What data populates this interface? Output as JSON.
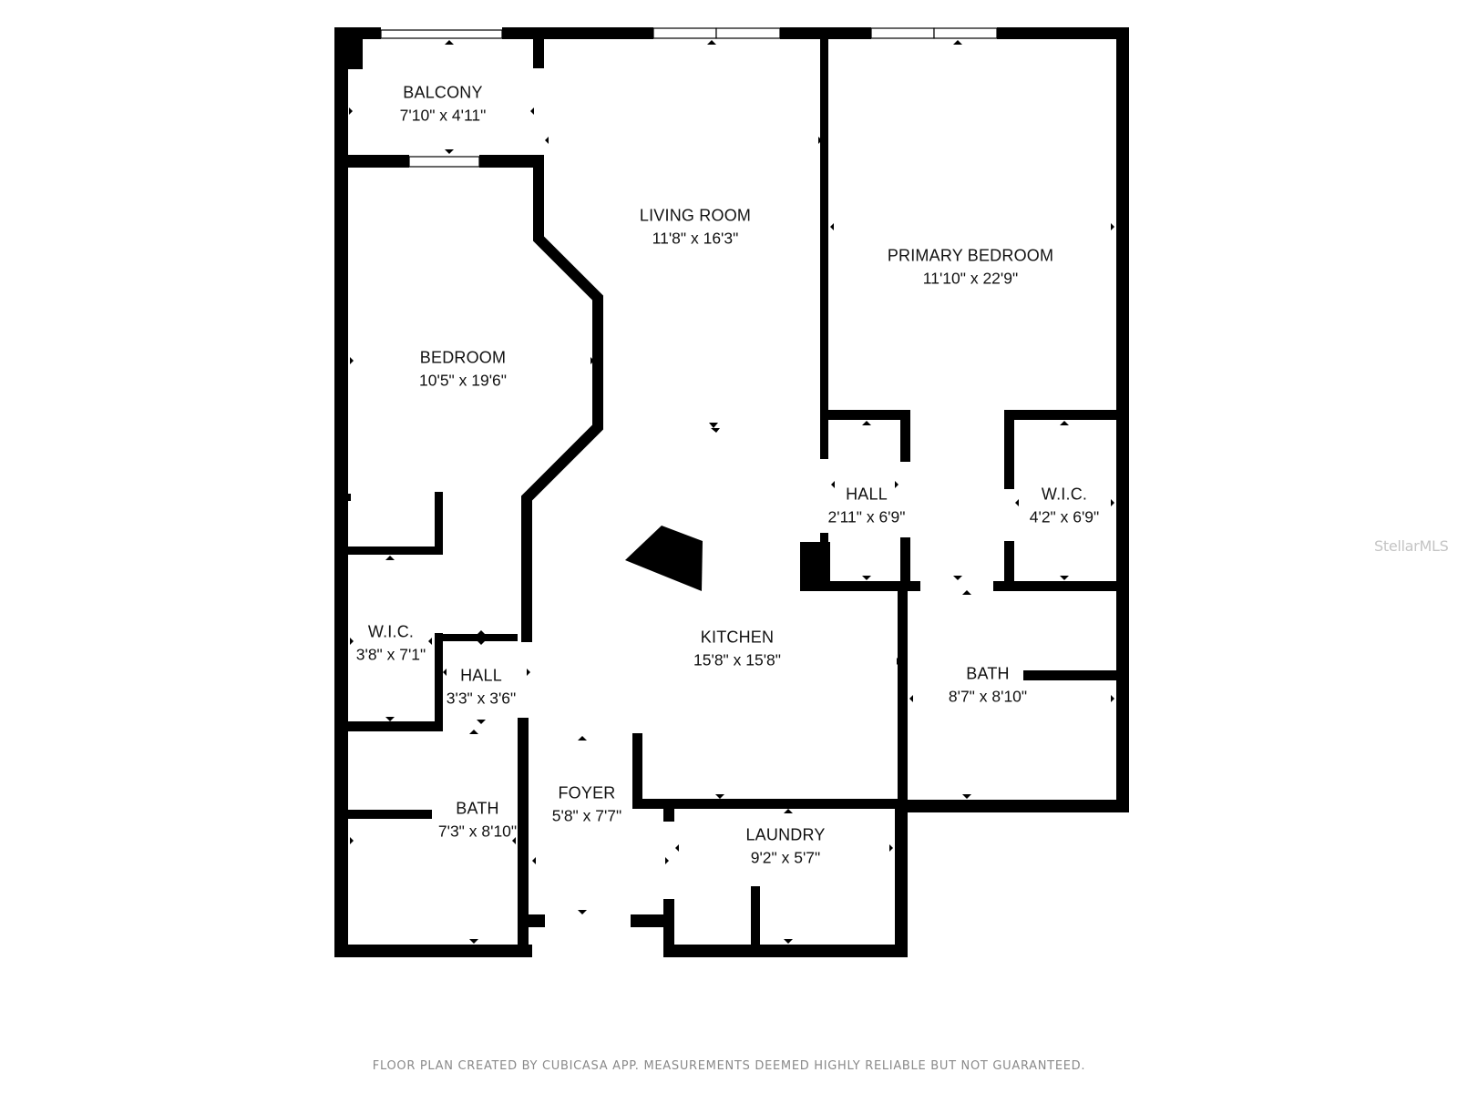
{
  "rooms": {
    "balcony": {
      "name": "BALCONY",
      "dimensions": "7'10\" x 4'11\""
    },
    "living_room": {
      "name": "LIVING ROOM",
      "dimensions": "11'8\" x 16'3\""
    },
    "primary_bedroom": {
      "name": "PRIMARY BEDROOM",
      "dimensions": "11'10\" x 22'9\""
    },
    "bedroom": {
      "name": "BEDROOM",
      "dimensions": "10'5\" x 19'6\""
    },
    "hall_primary": {
      "name": "HALL",
      "dimensions": "2'11\" x 6'9\""
    },
    "wic_primary": {
      "name": "W.I.C.",
      "dimensions": "4'2\" x 6'9\""
    },
    "wic_bedroom": {
      "name": "W.I.C.",
      "dimensions": "3'8\" x 7'1\""
    },
    "hall_small": {
      "name": "HALL",
      "dimensions": "3'3\" x 3'6\""
    },
    "kitchen": {
      "name": "KITCHEN",
      "dimensions": "15'8\" x 15'8\""
    },
    "bath_primary": {
      "name": "BATH",
      "dimensions": "8'7\" x 8'10\""
    },
    "bath_secondary": {
      "name": "BATH",
      "dimensions": "7'3\" x 8'10\""
    },
    "foyer": {
      "name": "FOYER",
      "dimensions": "5'8\" x 7'7\""
    },
    "laundry": {
      "name": "LAUNDRY",
      "dimensions": "9'2\" x 5'7\""
    }
  },
  "footer": "FLOOR PLAN CREATED BY CUBICASA APP. MEASUREMENTS DEEMED HIGHLY RELIABLE BUT NOT GUARANTEED.",
  "watermark": "StellarMLS",
  "colors": {
    "wall": "#000000",
    "background": "#ffffff",
    "label": "#111111",
    "footer": "#8a8a8a",
    "watermark": "#c4c4c4"
  }
}
